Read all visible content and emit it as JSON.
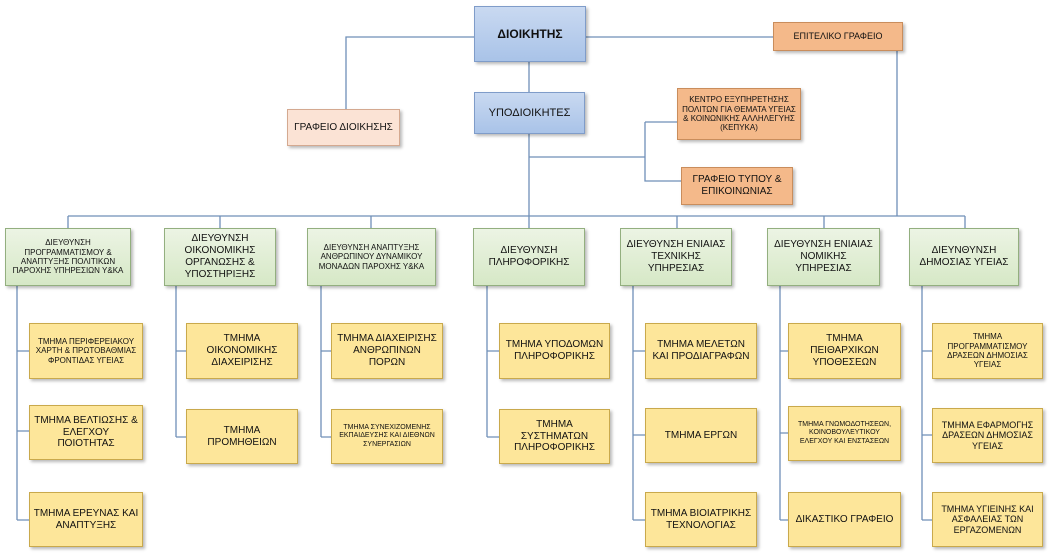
{
  "top": {
    "director": "ΔΙΟΙΚΗΤΗΣ",
    "deputy": "ΥΠΟΔΙΟΙΚΗΤΕΣ",
    "staff_office": "ΕΠΙΤΕΛΙΚΟ ΓΡΑΦΕΙΟ",
    "admin_office": "ΓΡΑΦΕΙΟ ΔΙΟΙΚΗΣΗΣ",
    "kepyka": "ΚΕΝΤΡΟ ΕΞΥΠΗΡΕΤΗΣΗΣ ΠΟΛΙΤΩΝ ΓΙΑ ΘΕΜΑΤΑ ΥΓΕΙΑΣ & ΚΟΙΝΩΝΙΚΗΣ ΑΛΛΗΛΕΓΥΗΣ (ΚΕΠΥΚΑ)",
    "press_office": "ΓΡΑΦΕΙΟ ΤΥΠΟΥ & ΕΠΙΚΟΙΝΩΝΙΑΣ"
  },
  "directorates": [
    {
      "name": "ΔΙΕΥΘΥΝΣΗ ΠΡΟΓΡΑΜΜΑΤΙΣΜΟΥ & ΑΝΑΠΤΥΞΗΣ ΠΟΛΙΤΙΚΩΝ ΠΑΡΟΧΗΣ ΥΠΗΡΕΣΙΩΝ Υ&ΚΑ",
      "departments": [
        "ΤΜΗΜΑ ΠΕΡΙΦΕΡΕΙΑΚΟΥ ΧΑΡΤΗ & ΠΡΩΤΟΒΑΘΜΙΑΣ ΦΡΟΝΤΙΔΑΣ ΥΓΕΙΑΣ",
        "ΤΜΗΜΑ ΒΕΛΤΙΩΣΗΣ & ΕΛΕΓΧΟΥ ΠΟΙΟΤΗΤΑΣ",
        "ΤΜΗΜΑ ΕΡΕΥΝΑΣ ΚΑΙ ΑΝΑΠΤΥΞΗΣ"
      ]
    },
    {
      "name": "ΔΙΕΥΘΥΝΣΗ ΟΙΚΟΝΟΜΙΚΗΣ ΟΡΓΑΝΩΣΗΣ & ΥΠΟΣΤΗΡΙΞΗΣ",
      "departments": [
        "ΤΜΗΜΑ ΟΙΚΟΝΟΜΙΚΗΣ ΔΙΑΧΕΙΡΙΣΗΣ",
        "ΤΜΗΜΑ ΠΡΟΜΗΘΕΙΩΝ"
      ]
    },
    {
      "name": "ΔΙΕΥΘΥΝΣΗ ΑΝΑΠΤΥΞΗΣ ΑΝΘΡΩΠΙΝΟΥ ΔΥΝΑΜΙΚΟΥ ΜΟΝΑΔΩΝ ΠΑΡΟΧΗΣ Υ&ΚΑ",
      "departments": [
        "ΤΜΗΜΑ ΔΙΑΧΕΙΡΙΣΗΣ ΑΝΘΡΩΠΙΝΩΝ ΠΟΡΩΝ",
        "ΤΜΗΜΑ ΣΥΝΕΧΙΖΟΜΕΝΗΣ ΕΚΠΑΙΔΕΥΣΗΣ ΚΑΙ ΔΙΕΘΝΩΝ ΣΥΝΕΡΓΑΣΙΩΝ"
      ]
    },
    {
      "name": "ΔΙΕΥΘΥΝΣΗ ΠΛΗΡΟΦΟΡΙΚΗΣ",
      "departments": [
        "ΤΜΗΜΑ ΥΠΟΔΟΜΩΝ ΠΛΗΡΟΦΟΡΙΚΗΣ",
        "ΤΜΗΜΑ ΣΥΣΤΗΜΑΤΩΝ ΠΛΗΡΟΦΟΡΙΚΗΣ"
      ]
    },
    {
      "name": "ΔΙΕΥΘΥΝΣΗ ΕΝΙΑΙΑΣ ΤΕΧΝΙΚΗΣ ΥΠΗΡΕΣΙΑΣ",
      "departments": [
        "ΤΜΗΜΑ ΜΕΛΕΤΩΝ ΚΑΙ ΠΡΟΔΙΑΓΡΑΦΩΝ",
        "ΤΜΗΜΑ ΕΡΓΩΝ",
        "ΤΜΗΜΑ ΒΙΟΙΑΤΡΙΚΗΣ ΤΕΧΝΟΛΟΓΙΑΣ"
      ]
    },
    {
      "name": "ΔΙΕΥΘΥΝΣΗ ΕΝΙΑΙΑΣ ΝΟΜΙΚΗΣ ΥΠΗΡΕΣΙΑΣ",
      "departments": [
        "ΤΜΗΜΑ ΠΕΙΘΑΡΧΙΚΩΝ ΥΠΟΘΕΣΕΩΝ",
        "ΤΜΗΜΑ ΓΝΩΜΟΔΟΤΗΣΕΩΝ, ΚΟΙΝΟΒΟΥΛΕΥΤΙΚΟΥ ΕΛΕΓΧΟΥ ΚΑΙ ΕΝΣΤΑΣΕΩΝ",
        "ΔΙΚΑΣΤΙΚΟ ΓΡΑΦΕΙΟ"
      ]
    },
    {
      "name": "ΔΙΕΥΝΘΥΝΣΗ ΔΗΜΟΣΙΑΣ ΥΓΕΙΑΣ",
      "departments": [
        "ΤΜΗΜΑ ΠΡΟΓΡΑΜΜΑΤΙΣΜΟΥ ΔΡΑΣΕΩΝ ΔΗΜΟΣΙΑΣ ΥΓΕΙΑΣ",
        "ΤΜΗΜΑ ΕΦΑΡΜΟΓΗΣ ΔΡΑΣΕΩΝ ΔΗΜΟΣΙΑΣ ΥΓΕΙΑΣ",
        "ΤΜΗΜΑ ΥΓΙΕΙΝΗΣ ΚΑΙ ΑΣΦΑΛΕΙΑΣ ΤΩΝ ΕΡΓΑΖΟΜΕΝΩΝ"
      ]
    }
  ]
}
